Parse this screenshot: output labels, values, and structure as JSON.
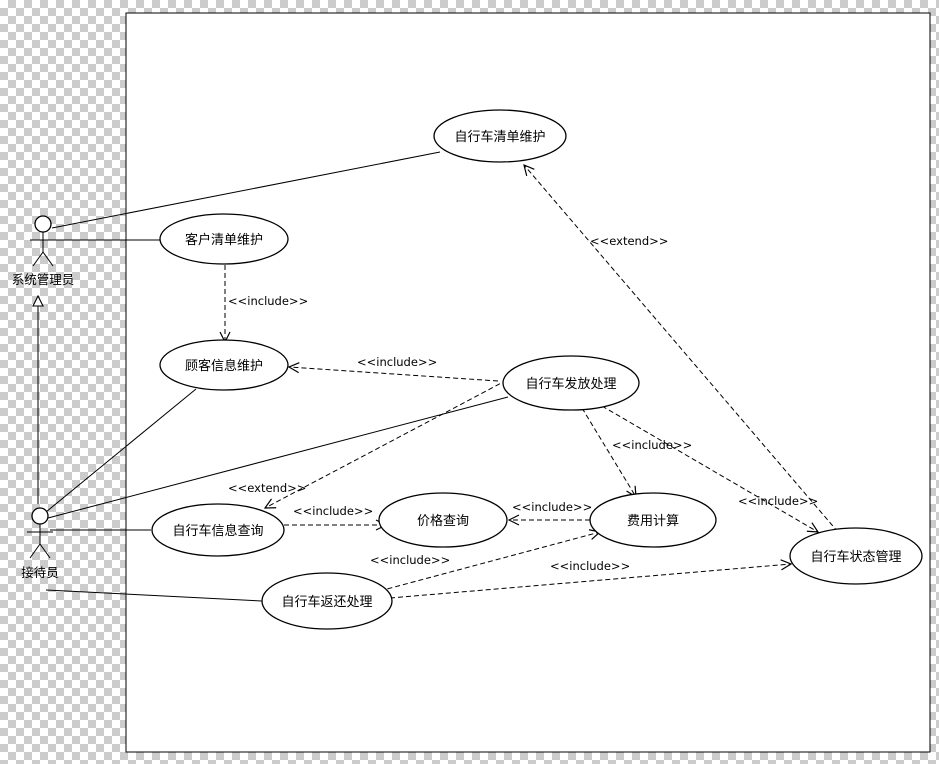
{
  "actors": {
    "admin": {
      "label": "系统管理员"
    },
    "clerk": {
      "label": "接待员"
    }
  },
  "use_cases": {
    "bike_list": "自行车清单维护",
    "customer_list": "客户清单维护",
    "customer_info": "顾客信息维护",
    "bike_issue": "自行车发放处理",
    "bike_query": "自行车信息查询",
    "price_query": "价格查询",
    "fee_calc": "费用计算",
    "bike_status": "自行车状态管理",
    "bike_return": "自行车返还处理"
  },
  "relations": {
    "include": "<<include>>",
    "extend": "<<extend>>"
  }
}
